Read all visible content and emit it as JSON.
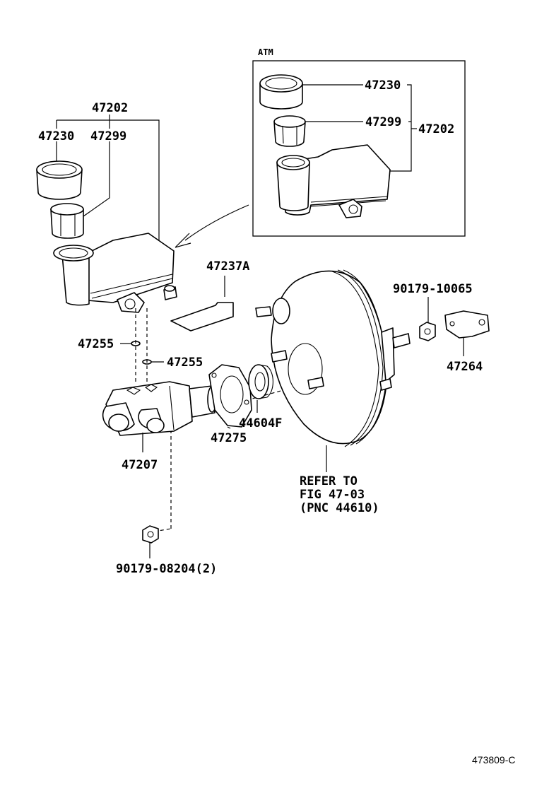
{
  "diagram": {
    "inset_label": "ATM",
    "figure_id": "473809-C",
    "parts": {
      "reservoir_assy": "47202",
      "inset_reservoir_assy": "47202",
      "cap": "47230",
      "inset_cap": "47230",
      "strainer": "47299",
      "inset_strainer": "47299",
      "grommet_upper": "47255",
      "grommet_lower": "47255",
      "pin": "47237A",
      "master_cylinder": "47207",
      "gasket": "47275",
      "seal": "44604F",
      "nut_upper": "90179-10065",
      "clevis": "47264",
      "nut_lower": "90179-08204(2)"
    },
    "refer_note": {
      "line1": "REFER TO",
      "line2": "FIG 47-03",
      "line3": "(PNC 44610)"
    }
  }
}
